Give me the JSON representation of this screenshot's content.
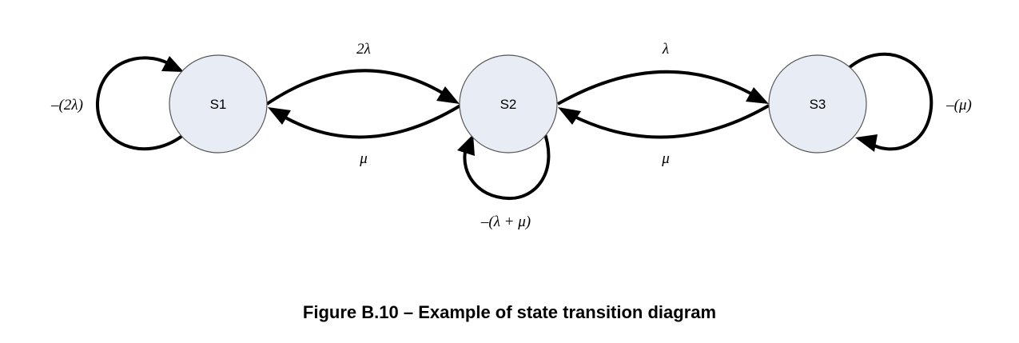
{
  "states": [
    {
      "id": "s1",
      "label": "S1"
    },
    {
      "id": "s2",
      "label": "S2"
    },
    {
      "id": "s3",
      "label": "S3"
    }
  ],
  "transitions": {
    "s1_to_s2": "2λ",
    "s2_to_s1": "μ",
    "s2_to_s3": "λ",
    "s3_to_s2": "μ",
    "s1_self": "–(2λ)",
    "s2_self": "–(λ + μ)",
    "s3_self": "–(μ)"
  },
  "caption": "Figure B.10 – Example of state transition diagram"
}
